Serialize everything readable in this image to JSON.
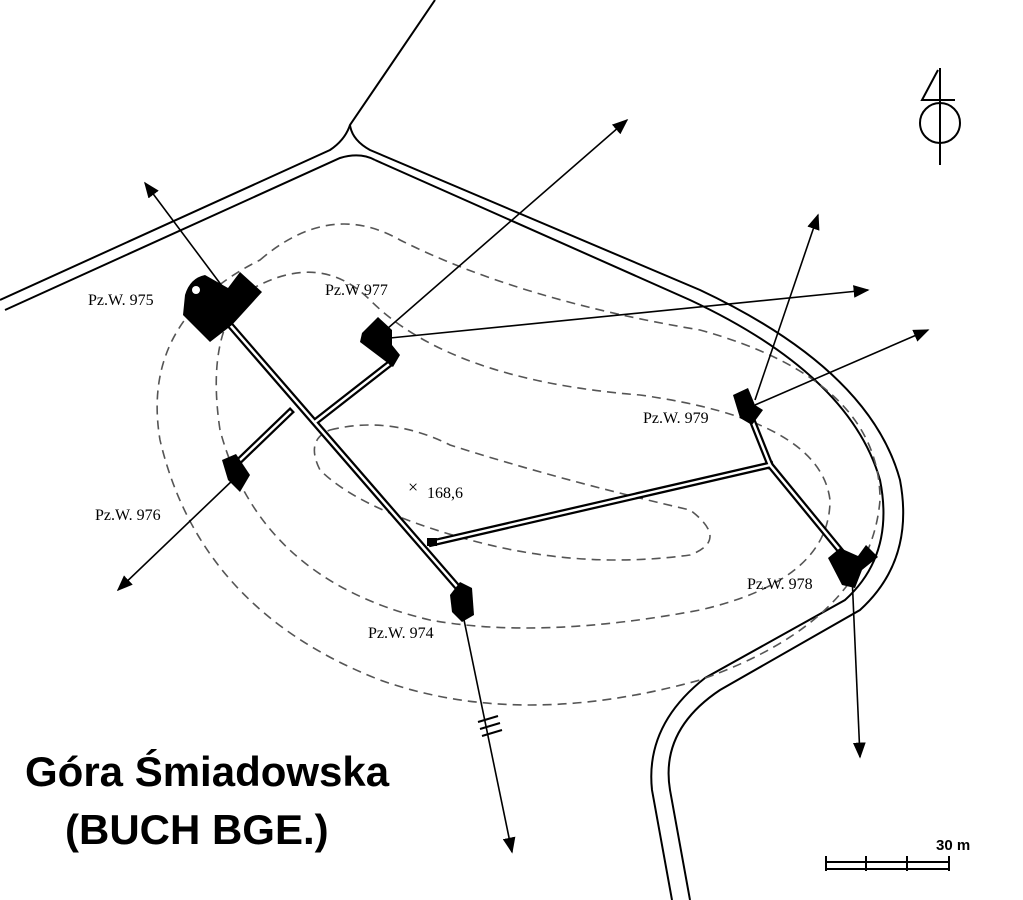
{
  "title": {
    "line1": "Góra Śmiadowska",
    "line2": "(BUCH BGE.)"
  },
  "bunkers": [
    {
      "id": "975",
      "label": "Pz.W. 975"
    },
    {
      "id": "977",
      "label": "Pz.W 977"
    },
    {
      "id": "976",
      "label": "Pz.W. 976"
    },
    {
      "id": "974",
      "label": "Pz.W. 974"
    },
    {
      "id": "979",
      "label": "Pz.W. 979"
    },
    {
      "id": "978",
      "label": "Pz.W. 978"
    }
  ],
  "elevation_point": {
    "marker": "×",
    "value": "168,6"
  },
  "scale": {
    "label": "30 m"
  },
  "north_arrow": {
    "icon": "north-arrow-icon"
  }
}
